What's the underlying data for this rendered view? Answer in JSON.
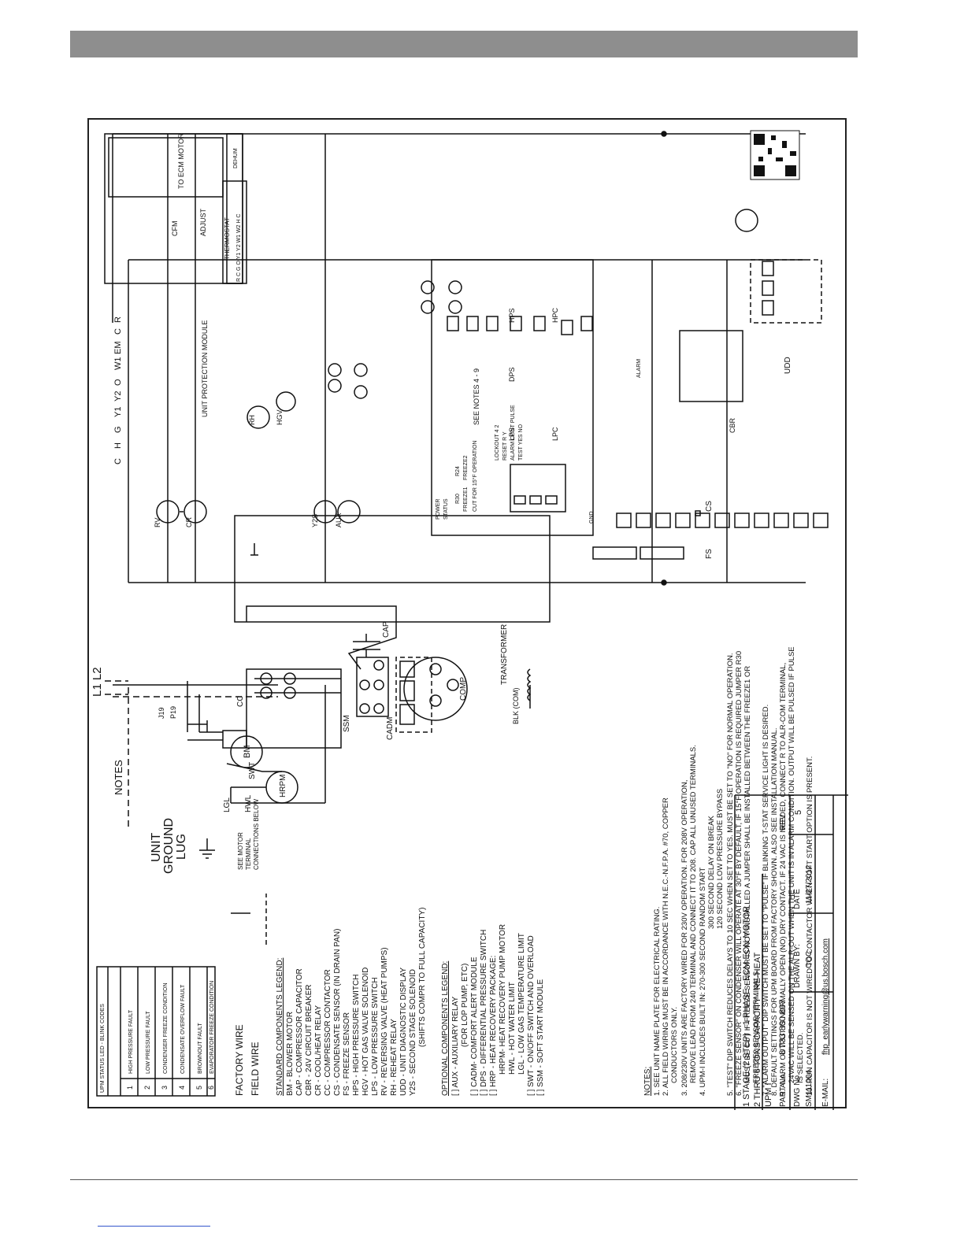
{
  "blink_table": {
    "title": "UPM STATUS LED - BLINK CODES",
    "rows": [
      {
        "code": "1",
        "label": "HIGH PRESSURE FAULT"
      },
      {
        "code": "2",
        "label": "LOW PRESSURE FAULT"
      },
      {
        "code": "3",
        "label": "CONDENSER FREEZE CONDITION"
      },
      {
        "code": "4",
        "label": "CONDENSATE OVERFLOW FAULT"
      },
      {
        "code": "5",
        "label": "BROWNOUT FAULT"
      },
      {
        "code": "6",
        "label": "EVAPORATOR FREEZE CONDITION"
      }
    ]
  },
  "wire_legend": {
    "factory": "FACTORY WIRE",
    "field": "FIELD WIRE"
  },
  "standard_legend": {
    "title": "STANDARD COMPONENTS LEGEND:",
    "items": [
      "BM  -  BLOWER MOTOR",
      "CAP  -  COMPRESSOR CAPACITOR",
      "CBR  -  24V CIRCUIT BREAKER",
      "CR  -  COOL/HEAT RELAY",
      "CC  -  COMPRESSOR CONTACTOR",
      "CS  -  CONDENSATE SENSOR (IN DRAIN PAN)",
      "FS  -  FREEZE SENSOR",
      "HPS  -  HIGH PRESSURE SWITCH",
      "HGV  -  HOT GAS VALVE SOLENOID",
      "LPS  -  LOW PRESSURE SWITCH",
      "RV  -  REVERSING VALVE (HEAT PUMPS)",
      "RH  -  REHEAT RELAY",
      "UDD  -  UNIT DIAGNOSTIC DISPLAY",
      "Y2S  -  SECOND STAGE SOLENOID",
      "(SHIFTS COMPR TO FULL CAPACITY)"
    ]
  },
  "optional_legend": {
    "title": "OPTIONAL COMPONENTS LEGEND:",
    "items": [
      "[  ] AUX  -  AUXILIARY RELAY",
      "(FOR LOP PUMP, ETC)",
      "[  ] CADM-  COMFORT ALERT MODULE",
      "[  ] DPS  -  DIFFERENTIAL PRESSURE SWITCH",
      "[  ] HRP  -  HEAT RECOVERY PACKAGE:",
      "HRPM-  HEAT RECOVERY PUMP MOTOR",
      "HWL  -  HOT WATER LIMIT",
      "LGL  -  LOW GAS TEMPERATURE LIMIT",
      "[  ] SWT  -  ON/OFF SWITCH AND OVERLOAD",
      "[  ] SSM  -  SOFT START MODULE"
    ]
  },
  "notes": {
    "title": "NOTES:",
    "items": [
      "1.  SEE UNIT NAME PLATE FOR ELECTRICAL RATING.",
      "2.  ALL FIELD WIRING MUST BE IN ACCORDANCE WITH N.E.C.-N.F.P.A. #70, COPPER",
      "CONDUCTORS ONLY.",
      "3.  208/230V UNITS ARE FACTORY WIRED FOR 230V OPERATION.   FOR 208V OPERATION,",
      "REMOVE LEAD FROM 240 TERMINAL AND CONNECT IT TO 208.   CAP ALL UNUSED TERMINALS.",
      "4.  UPM-I INCLUDES BUILT IN:  270-300 SECOND RANDOM START",
      "300 SECOND DELAY ON BREAK",
      "120 SECOND LOW PRESSURE BYPASS",
      "5.  \"TEST\" DIP SWITCH REDUCES DELAYS TO 10 SEC WHEN SET TO YES. MUST BE SET TO \"NO\" FOR NORMAL OPERATION.",
      "6.  \"FREEZE SENSOR\" ON CONDENSER WILL OPERATE AT 30°F BY DEFAULT, IF 15°F OPERATION IS REQUIRED JUMPER R30",
      "MUST BE CUT IF FREEZE SENSOR IS NOT INSTALLED A JUMPER SHALL BE INSTALLED BETWEEN THE FREEZE1 OR",
      "FREEZE2 SENSOR TERMINALS.",
      "7.  \"ALARM OUTPUT\" DIP SWITCH MUST BE SET TO \"PULSE\" IF BLINKING T-STAT SERVICE LIGHT IS DESIRED.",
      "8.  DEFAULT SETTINGS FOR UPM BOARD FROM FACTORY SHOWN. ALSO SEE INSTALLATION MANUAL.",
      "9.  ALARM OUTPUT IS NORMALLY OPEN (NO) DRY CONTACT. IF 24 VAC IS NEEDED, CONNECT R TO ALR-COM TERMINAL,",
      "24VAC WILL BE SENSED ON THE ALR-OUT WHEN THE UNIT IS IN ALARM CONDITION. OUTPUT WILL BE PULSED IF PULSE",
      "IS SELECTED.",
      "10. RUN CAPACITOR IS NOT WIRED TO CONTACTOR WHEN SOFT START OPTION IS PRESENT."
    ]
  },
  "labels": {
    "notes": "NOTES",
    "unit_ground_lug": [
      "UNIT",
      "GROUND",
      "LUG"
    ],
    "see_motor": [
      "SEE MOTOR",
      "TERMINAL",
      "CONNECTIONS BELOW"
    ],
    "l1l2": "L1 L2",
    "p19": "P19",
    "j19": "J19",
    "bm": "BM",
    "hrpm": "HRPM",
    "lgl": "LGL",
    "hwl": "HWL",
    "swt": "SWT",
    "cc": "CC",
    "ssm": "SSM",
    "cadm": "CADM",
    "cap": "CAP",
    "comp": "COMP",
    "transformer": "TRANSFORMER",
    "blk_com": "BLK (COM)",
    "to_ecm_motor": "TO ECM MOTOR",
    "cfm": "CFM",
    "adjust": "ADJUST",
    "thermostat": "THERMOSTAT",
    "thermostat_terms": "R  C  G  O Y1 Y2  W1 W2  H  C",
    "dehum": "DEHUM",
    "upm": "UNIT PROTECTION MODULE",
    "see_notes": "SEE NOTES 4 - 9",
    "hpc": "HPC",
    "lpc": "LPC",
    "hps": "HPS",
    "lps": "LPS",
    "dps": "DPS",
    "udd": "UDD",
    "cs": "CS",
    "fs": "FS",
    "rv": "RV",
    "cr": "CR",
    "rh": "RH",
    "hgv": "HGV",
    "y2s": "Y2S",
    "aux": "AUX",
    "cbr": "CBR",
    "power": "POWER",
    "status": "STATUS",
    "gnd": "GND",
    "alarm": "ALARM",
    "r30": "R30",
    "r24": "R24",
    "freeze1": "FREEZE1",
    "freeze2": "FREEZE2",
    "cut15": "CUT FOR 15°F OPERATION",
    "dip_lockout": "LOCKOUT  4    2",
    "dip_reset": "RESET     R    Y",
    "dip_alarm": "ALARM    CONT  PULSE",
    "dip_test": "TEST      YES   NO",
    "terminals_left": [
      "R",
      "C",
      "EM",
      "W1",
      "O",
      "Y2",
      "Y1",
      "G",
      "H",
      "C"
    ]
  },
  "title_block": {
    "lines": [
      "1 STAGE (2 STEP) - 1 PHASE - ECM   EON MOTOR",
      "2 THRU 6 TONS CAPACITY  -  RE-HEAT",
      "UPM I"
    ],
    "part_no_label": "PART No.",
    "part_no": "8 733 800 807",
    "rev_label": "REV",
    "rev": "5",
    "dwg_label": "DWG No.",
    "dwg": "SM111004",
    "drawn_label": "DRAWN BY:",
    "drawn": "COC",
    "date_label": "DATE",
    "date": "11/27/2012",
    "email_label": "E-MAIL:",
    "email": "fhp_earlywarning@us.bosch.com"
  }
}
